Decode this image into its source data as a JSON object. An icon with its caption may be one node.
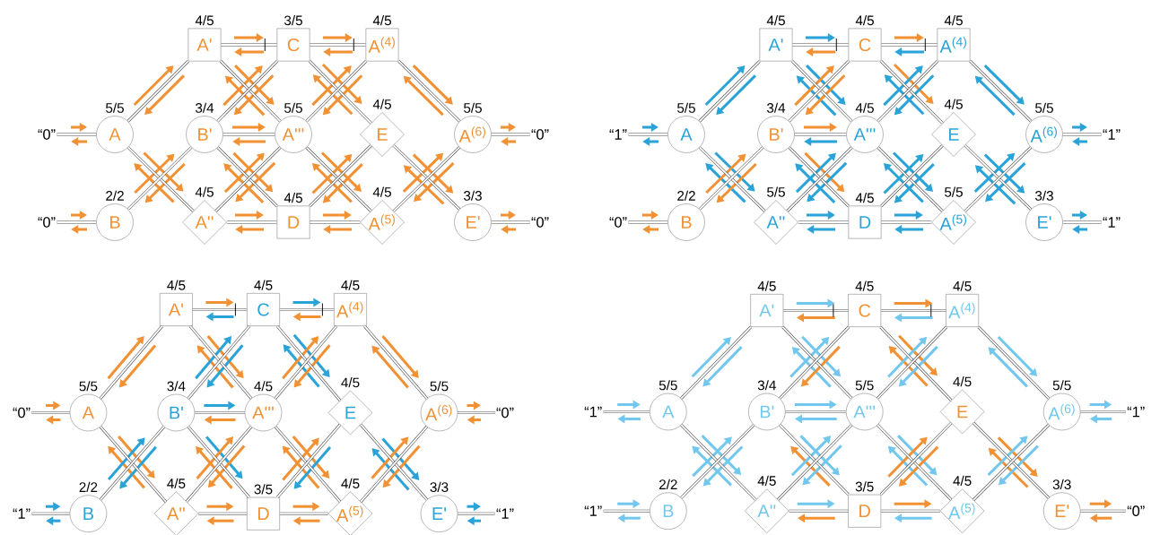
{
  "diagram": {
    "nodes": [
      {
        "text": [
          "A'"
        ],
        "beside": [
          "4/5"
        ]
      },
      {
        "text": [
          "C"
        ],
        "beside": [
          "3/5"
        ]
      },
      {
        "text": [
          "A$^{(4)}$"
        ],
        "beside": [
          "4/5"
        ]
      },
      {
        "text": [
          "“0”"
        ]
      },
      {
        "text": [
          "A"
        ],
        "beside": [
          "5/5"
        ]
      },
      {
        "text": [
          "B'"
        ],
        "beside": [
          "3/4"
        ]
      },
      {
        "text": [
          "A'''"
        ],
        "beside": [
          "5/5"
        ]
      },
      {
        "text": [
          "E"
        ],
        "beside": [
          "4/5"
        ]
      },
      {
        "text": [
          "A$^{(6)}$"
        ],
        "beside": [
          "5/5"
        ]
      },
      {
        "text": [
          "“0”"
        ]
      },
      {
        "text": [
          "“0”"
        ]
      },
      {
        "text": [
          "B"
        ],
        "beside": [
          "2/2"
        ]
      },
      {
        "text": [
          "A''"
        ],
        "beside": [
          "4/5"
        ]
      },
      {
        "text": [
          "D"
        ],
        "beside": [
          "4/5"
        ]
      },
      {
        "text": [
          "A$^{(5)}$"
        ],
        "beside": [
          "4/5"
        ]
      },
      {
        "text": [
          "E'"
        ],
        "beside": [
          "3/3"
        ]
      },
      {
        "text": [
          "“0”"
        ]
      },
      {
        "text": [
          "A'"
        ],
        "beside": [
          "4/5"
        ]
      },
      {
        "text": [
          "C"
        ],
        "beside": [
          "4/5"
        ]
      },
      {
        "text": [
          "A$^{(4)}$"
        ],
        "beside": [
          "4/5"
        ]
      },
      {
        "text": [
          "“1”"
        ]
      },
      {
        "text": [
          "A"
        ],
        "beside": [
          "5/5"
        ]
      },
      {
        "text": [
          "B'"
        ],
        "beside": [
          "3/4"
        ]
      },
      {
        "text": [
          "A'''"
        ],
        "beside": [
          "4/5"
        ]
      },
      {
        "text": [
          "E"
        ],
        "beside": [
          "4/5"
        ]
      },
      {
        "text": [
          "A$^{(6)}$"
        ],
        "beside": [
          "5/5"
        ]
      },
      {
        "text": [
          "“1”"
        ]
      },
      {
        "text": [
          "“0”"
        ]
      },
      {
        "text": [
          "B"
        ],
        "beside": [
          "2/2"
        ]
      },
      {
        "text": [
          "A''"
        ],
        "beside": [
          "5/5"
        ]
      },
      {
        "text": [
          "D"
        ],
        "beside": [
          "4/5"
        ]
      },
      {
        "text": [
          "A$^{(5)}$"
        ],
        "beside": [
          "5/5"
        ]
      },
      {
        "text": [
          "E'"
        ],
        "beside": [
          "3/3"
        ]
      },
      {
        "text": [
          "“1”"
        ]
      },
      {
        "text": [
          "A'"
        ],
        "beside": [
          "4/5"
        ]
      },
      {
        "text": [
          "C"
        ],
        "beside": [
          "4/5"
        ]
      },
      {
        "text": [
          "A$^{(4)}$"
        ],
        "beside": [
          "4/5"
        ]
      },
      {
        "text": [
          "“0”"
        ]
      },
      {
        "text": [
          "A"
        ],
        "beside": [
          "5/5"
        ]
      },
      {
        "text": [
          "B'"
        ],
        "beside": [
          "3/4"
        ]
      },
      {
        "text": [
          "A'''"
        ],
        "beside": [
          "4/5"
        ]
      },
      {
        "text": [
          "E"
        ],
        "beside": [
          "4/5"
        ]
      },
      {
        "text": [
          "A$^{(6)}$"
        ],
        "beside": [
          "5/5"
        ]
      },
      {
        "text": [
          "“0”"
        ]
      },
      {
        "text": [
          "“1”"
        ]
      },
      {
        "text": [
          "B"
        ],
        "beside": [
          "2/2"
        ]
      },
      {
        "text": [
          "A''"
        ],
        "beside": [
          "4/5"
        ]
      },
      {
        "text": [
          "D"
        ],
        "beside": [
          "3/5"
        ]
      },
      {
        "text": [
          "A$^{(5)}$"
        ],
        "beside": [
          "4/5"
        ]
      },
      {
        "text": [
          "E'"
        ],
        "beside": [
          "3/3"
        ]
      },
      {
        "text": [
          "“1”"
        ]
      },
      {
        "text": [
          "A'"
        ],
        "beside": [
          "4/5"
        ]
      },
      {
        "text": [
          "C"
        ],
        "beside": [
          "4/5"
        ]
      },
      {
        "text": [
          "A$^{(4)}$"
        ],
        "beside": [
          "4/5"
        ]
      },
      {
        "text": [
          "“1”"
        ]
      },
      {
        "text": [
          "A"
        ],
        "beside": [
          "5/5"
        ]
      },
      {
        "text": [
          "B'"
        ],
        "beside": [
          "3/4"
        ]
      },
      {
        "text": [
          "A'''"
        ],
        "beside": [
          "5/5"
        ]
      },
      {
        "text": [
          "E"
        ],
        "beside": [
          "4/5"
        ]
      },
      {
        "text": [
          "A$^{(6)}$"
        ],
        "beside": [
          "5/5"
        ]
      },
      {
        "text": [
          "“1”"
        ]
      },
      {
        "text": [
          "“1”"
        ]
      },
      {
        "text": [
          "B"
        ],
        "beside": [
          "2/2"
        ]
      },
      {
        "text": [
          "A''"
        ],
        "beside": [
          "4/5"
        ]
      },
      {
        "text": [
          "D"
        ],
        "beside": [
          "3/5"
        ]
      },
      {
        "text": [
          "A$^{(5)}$"
        ],
        "beside": [
          "4/5"
        ]
      },
      {
        "text": [
          "E'"
        ],
        "beside": [
          "3/3"
        ]
      },
      {
        "text": [
          "“0”"
        ]
      }
    ],
    "edges": [
      {
        "from": 3,
        "to": 4,
        "arrow": "none"
      },
      {
        "from": 4,
        "to": 0,
        "arrow": "none"
      },
      {
        "from": 4,
        "to": 12,
        "arrow": "none"
      },
      {
        "from": 10,
        "to": 11,
        "arrow": "none"
      },
      {
        "from": 11,
        "to": 5,
        "arrow": "none"
      },
      {
        "from": 0,
        "to": 1,
        "arrow": "none"
      },
      {
        "from": 1,
        "to": 2,
        "arrow": "none"
      },
      {
        "from": 0,
        "to": 6,
        "arrow": "none"
      },
      {
        "from": 5,
        "to": 1,
        "arrow": "none"
      },
      {
        "from": 5,
        "to": 6,
        "arrow": "none"
      },
      {
        "from": 1,
        "to": 7,
        "arrow": "none"
      },
      {
        "from": 6,
        "to": 2,
        "arrow": "none"
      },
      {
        "from": 2,
        "to": 8,
        "arrow": "none"
      },
      {
        "from": 5,
        "to": 13,
        "arrow": "none"
      },
      {
        "from": 12,
        "to": 6,
        "arrow": "none"
      },
      {
        "from": 12,
        "to": 13,
        "arrow": "none"
      },
      {
        "from": 6,
        "to": 14,
        "arrow": "none"
      },
      {
        "from": 13,
        "to": 7,
        "arrow": "none"
      },
      {
        "from": 13,
        "to": 14,
        "arrow": "none"
      },
      {
        "from": 7,
        "to": 15,
        "arrow": "none"
      },
      {
        "from": 14,
        "to": 8,
        "arrow": "none"
      },
      {
        "from": 8,
        "to": 9,
        "arrow": "none"
      },
      {
        "from": 15,
        "to": 16,
        "arrow": "none"
      },
      {
        "from": 20,
        "to": 21,
        "arrow": "none"
      },
      {
        "from": 21,
        "to": 17,
        "arrow": "none"
      },
      {
        "from": 21,
        "to": 29,
        "arrow": "none"
      },
      {
        "from": 27,
        "to": 28,
        "arrow": "none"
      },
      {
        "from": 28,
        "to": 22,
        "arrow": "none"
      },
      {
        "from": 17,
        "to": 18,
        "arrow": "none"
      },
      {
        "from": 18,
        "to": 19,
        "arrow": "none"
      },
      {
        "from": 17,
        "to": 23,
        "arrow": "none"
      },
      {
        "from": 22,
        "to": 18,
        "arrow": "none"
      },
      {
        "from": 22,
        "to": 23,
        "arrow": "none"
      },
      {
        "from": 18,
        "to": 24,
        "arrow": "none"
      },
      {
        "from": 23,
        "to": 19,
        "arrow": "none"
      },
      {
        "from": 19,
        "to": 25,
        "arrow": "none"
      },
      {
        "from": 22,
        "to": 30,
        "arrow": "none"
      },
      {
        "from": 29,
        "to": 23,
        "arrow": "none"
      },
      {
        "from": 29,
        "to": 30,
        "arrow": "none"
      },
      {
        "from": 23,
        "to": 31,
        "arrow": "none"
      },
      {
        "from": 30,
        "to": 24,
        "arrow": "none"
      },
      {
        "from": 30,
        "to": 31,
        "arrow": "none"
      },
      {
        "from": 24,
        "to": 32,
        "arrow": "none"
      },
      {
        "from": 31,
        "to": 25,
        "arrow": "none"
      },
      {
        "from": 25,
        "to": 26,
        "arrow": "none"
      },
      {
        "from": 32,
        "to": 33,
        "arrow": "none"
      },
      {
        "from": 37,
        "to": 38,
        "arrow": "none"
      },
      {
        "from": 38,
        "to": 34,
        "arrow": "none"
      },
      {
        "from": 38,
        "to": 46,
        "arrow": "none"
      },
      {
        "from": 44,
        "to": 45,
        "arrow": "none"
      },
      {
        "from": 45,
        "to": 39,
        "arrow": "none"
      },
      {
        "from": 34,
        "to": 35,
        "arrow": "none"
      },
      {
        "from": 35,
        "to": 36,
        "arrow": "none"
      },
      {
        "from": 34,
        "to": 40,
        "arrow": "none"
      },
      {
        "from": 39,
        "to": 35,
        "arrow": "none"
      },
      {
        "from": 39,
        "to": 40,
        "arrow": "none"
      },
      {
        "from": 35,
        "to": 41,
        "arrow": "none"
      },
      {
        "from": 40,
        "to": 36,
        "arrow": "none"
      },
      {
        "from": 36,
        "to": 42,
        "arrow": "none"
      },
      {
        "from": 39,
        "to": 47,
        "arrow": "none"
      },
      {
        "from": 46,
        "to": 40,
        "arrow": "none"
      },
      {
        "from": 46,
        "to": 47,
        "arrow": "none"
      },
      {
        "from": 40,
        "to": 48,
        "arrow": "none"
      },
      {
        "from": 47,
        "to": 41,
        "arrow": "none"
      },
      {
        "from": 47,
        "to": 48,
        "arrow": "none"
      },
      {
        "from": 41,
        "to": 49,
        "arrow": "none"
      },
      {
        "from": 48,
        "to": 42,
        "arrow": "none"
      },
      {
        "from": 42,
        "to": 43,
        "arrow": "none"
      },
      {
        "from": 49,
        "to": 50,
        "arrow": "none"
      },
      {
        "from": 54,
        "to": 55,
        "arrow": "none"
      },
      {
        "from": 55,
        "to": 51,
        "arrow": "none"
      },
      {
        "from": 55,
        "to": 63,
        "arrow": "none"
      },
      {
        "from": 61,
        "to": 62,
        "arrow": "none"
      },
      {
        "from": 62,
        "to": 56,
        "arrow": "none"
      },
      {
        "from": 51,
        "to": 52,
        "arrow": "none"
      },
      {
        "from": 52,
        "to": 53,
        "arrow": "none"
      },
      {
        "from": 51,
        "to": 57,
        "arrow": "none"
      },
      {
        "from": 56,
        "to": 52,
        "arrow": "none"
      },
      {
        "from": 56,
        "to": 57,
        "arrow": "none"
      },
      {
        "from": 52,
        "to": 58,
        "arrow": "none"
      },
      {
        "from": 57,
        "to": 53,
        "arrow": "none"
      },
      {
        "from": 53,
        "to": 59,
        "arrow": "none"
      },
      {
        "from": 56,
        "to": 64,
        "arrow": "none"
      },
      {
        "from": 63,
        "to": 57,
        "arrow": "none"
      },
      {
        "from": 63,
        "to": 64,
        "arrow": "none"
      },
      {
        "from": 57,
        "to": 65,
        "arrow": "none"
      },
      {
        "from": 64,
        "to": 58,
        "arrow": "none"
      },
      {
        "from": 64,
        "to": 65,
        "arrow": "none"
      },
      {
        "from": 58,
        "to": 66,
        "arrow": "none"
      },
      {
        "from": 65,
        "to": 59,
        "arrow": "none"
      },
      {
        "from": 59,
        "to": 60,
        "arrow": "none"
      },
      {
        "from": 66,
        "to": 67,
        "arrow": "none"
      }
    ]
  }
}
